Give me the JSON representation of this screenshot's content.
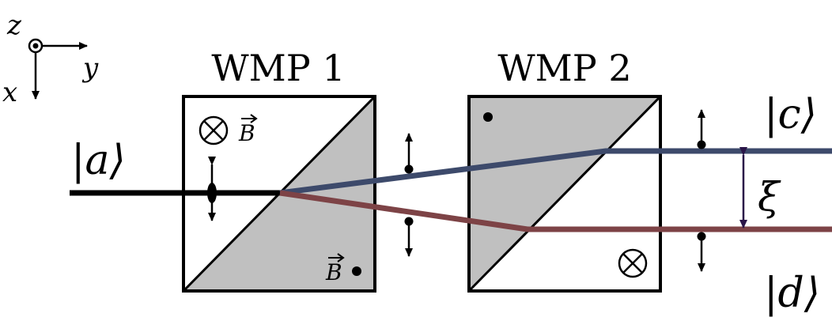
{
  "axes": {
    "z_label": "z",
    "y_label": "y",
    "x_label": "x"
  },
  "plates": [
    {
      "title": "WMP 1",
      "b_top": "B",
      "b_bottom": "B"
    },
    {
      "title": "WMP 2"
    }
  ],
  "states": {
    "input": "|a⟩",
    "upper": "|c⟩",
    "lower": "|d⟩"
  },
  "separation_label": "ξ",
  "colors": {
    "beam_input": "#000000",
    "beam_upper": "#3d4a6b",
    "beam_lower": "#7d4346",
    "prism_fill": "#c0c0c0",
    "xi_arrow": "#2a1548"
  }
}
